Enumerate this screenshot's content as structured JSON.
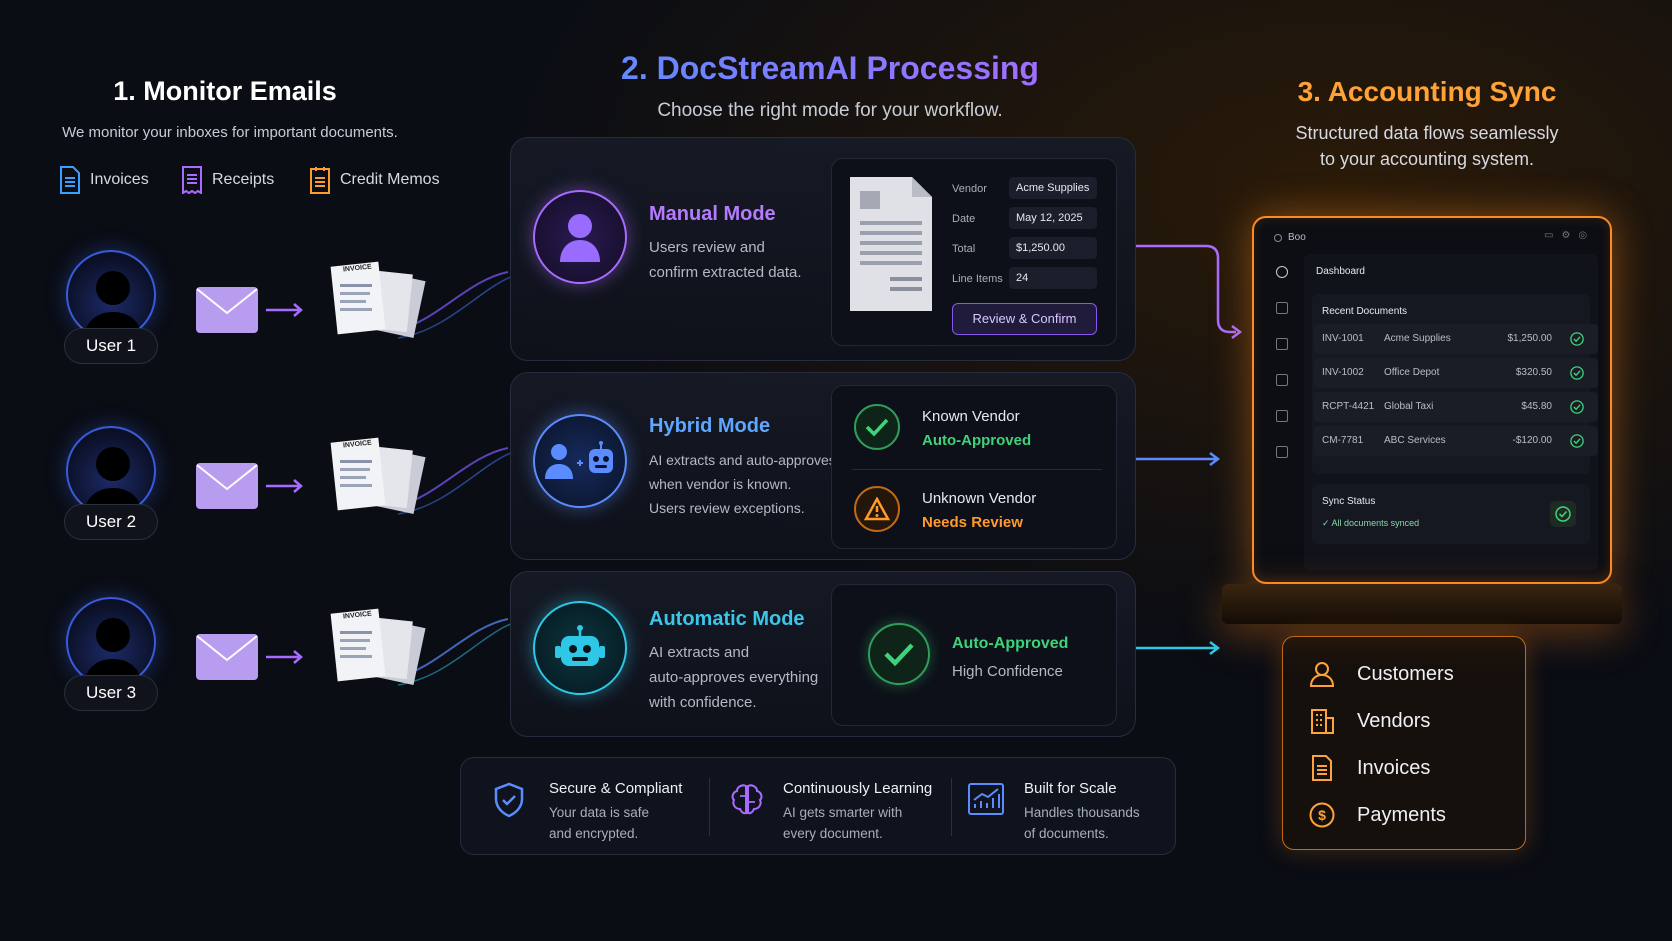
{
  "monitor_section": {
    "title": "1. Monitor Emails",
    "subtitle": "We monitor your inboxes for important documents.",
    "doc_types": [
      "Invoices",
      "Receipts",
      "Credit Memos"
    ],
    "users": [
      "User 1",
      "User 2",
      "User 3"
    ],
    "paper_label": "INVOICE"
  },
  "processing_section": {
    "title": "2. DocStreamAI Processing",
    "subtitle": "Choose the right mode for your workflow.",
    "manual": {
      "title": "Manual Mode",
      "desc_line1": "Users review and",
      "desc_line2": "confirm extracted data.",
      "fields": [
        {
          "label": "Vendor",
          "value": "Acme Supplies"
        },
        {
          "label": "Date",
          "value": "May 12, 2025"
        },
        {
          "label": "Total",
          "value": "$1,250.00"
        },
        {
          "label": "Line Items",
          "value": "24"
        }
      ],
      "button": "Review & Confirm"
    },
    "hybrid": {
      "title": "Hybrid Mode",
      "desc_line1": "AI extracts and auto-approves",
      "desc_line2": "when vendor is known.",
      "desc_line3": "Users review exceptions.",
      "known_vendor": "Known Vendor",
      "known_status": "Auto-Approved",
      "unknown_vendor": "Unknown Vendor",
      "unknown_status": "Needs Review"
    },
    "automatic": {
      "title": "Automatic Mode",
      "desc_line1": "AI extracts and",
      "desc_line2": "auto-approves everything",
      "desc_line3": "with confidence.",
      "status": "Auto-Approved",
      "status_sub": "High Confidence"
    },
    "features": [
      {
        "title": "Secure & Compliant",
        "desc1": "Your data is safe",
        "desc2": "and encrypted."
      },
      {
        "title": "Continuously Learning",
        "desc1": "AI gets smarter with",
        "desc2": "every document."
      },
      {
        "title": "Built for Scale",
        "desc1": "Handles thousands",
        "desc2": "of documents."
      }
    ]
  },
  "sync_section": {
    "title": "3. Accounting Sync",
    "subtitle_line1": "Structured data flows seamlessly",
    "subtitle_line2": "to your accounting system.",
    "app_name": "Boo",
    "dashboard_label": "Dashboard",
    "recent_label": "Recent Documents",
    "documents": [
      {
        "id": "INV-1001",
        "vendor": "Acme Supplies",
        "amount": "$1,250.00"
      },
      {
        "id": "INV-1002",
        "vendor": "Office Depot",
        "amount": "$320.50"
      },
      {
        "id": "RCPT-4421",
        "vendor": "Global Taxi",
        "amount": "$45.80"
      },
      {
        "id": "CM-7781",
        "vendor": "ABC Services",
        "amount": "-$120.00"
      }
    ],
    "sync_status_label": "Sync Status",
    "sync_status_value": "All documents synced",
    "sync_targets": [
      "Customers",
      "Vendors",
      "Invoices",
      "Payments"
    ]
  },
  "colors": {
    "manual": "#a96bff",
    "hybrid": "#5b8cff",
    "automatic": "#2ec8e6",
    "success": "#3ed27a",
    "warning": "#ff9a2e",
    "sync": "#ffa338"
  }
}
